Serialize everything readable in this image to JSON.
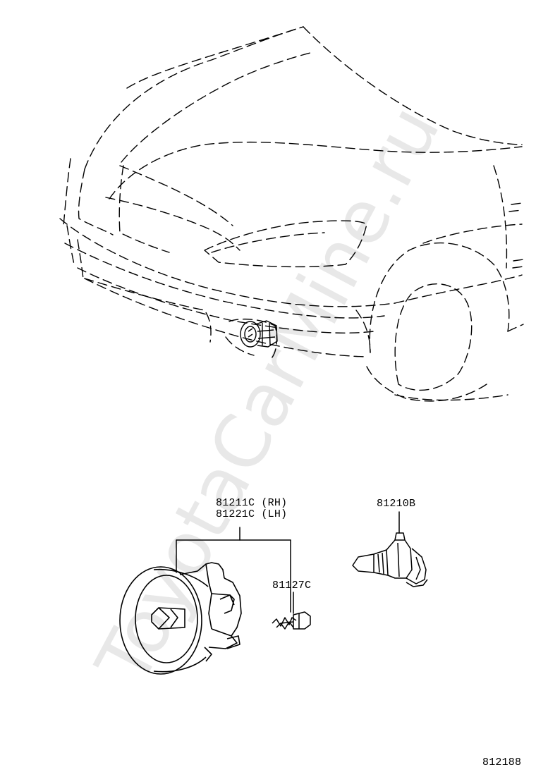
{
  "labels": {
    "housing_rh": "81211C (RH)",
    "housing_lh": "81221C (LH)",
    "bulb": "81210B",
    "screw": "81127C",
    "diagram_id": "812188"
  },
  "watermark": "ToyotaCarMine.ru",
  "colors": {
    "line": "#000000",
    "background": "#ffffff"
  }
}
